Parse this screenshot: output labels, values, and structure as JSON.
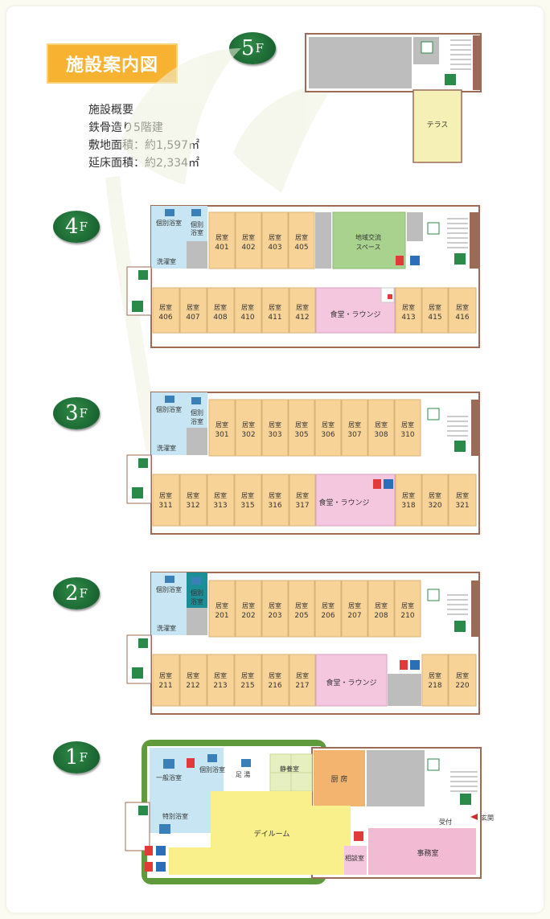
{
  "title": "施設案内図",
  "overview": {
    "heading": "施設概要",
    "lines": [
      "鉄骨造り5階建",
      "敷地面積：約1,597㎡",
      "延床面積：約2,334㎡"
    ]
  },
  "floor_badges": [
    {
      "num": "5",
      "suffix": "F"
    },
    {
      "num": "4",
      "suffix": "F"
    },
    {
      "num": "3",
      "suffix": "F"
    },
    {
      "num": "2",
      "suffix": "F"
    },
    {
      "num": "1",
      "suffix": "F"
    }
  ],
  "colors": {
    "room": "#f8d397",
    "lounge": "#f5c7df",
    "community": "#a9d28f",
    "bath": "#c7e5f3",
    "utility": "#bdbdbd",
    "wall": "#9b6b58",
    "terrace": "#f5f0b6",
    "dayroom": "#f9f08b",
    "kitchen": "#f2b46f",
    "office": "#f3bad3",
    "rest": "#e6efbf",
    "badge": "#1e6e3a",
    "title_bg": "#f7b232"
  },
  "floors": {
    "f5": {
      "terrace": "テラス"
    },
    "f4": {
      "private_bath": "個別浴室",
      "private_bath_small": [
        "個別",
        "浴室"
      ],
      "laundry": "洗濯室",
      "community": [
        "地域交流",
        "スペース"
      ],
      "lounge": "食堂・ラウンジ",
      "top_rooms": [
        {
          "l1": "居室",
          "l2": "401"
        },
        {
          "l1": "居室",
          "l2": "402"
        },
        {
          "l1": "居室",
          "l2": "403"
        },
        {
          "l1": "居室",
          "l2": "405"
        }
      ],
      "bottom_rooms_left": [
        {
          "l1": "居室",
          "l2": "406"
        },
        {
          "l1": "居室",
          "l2": "407"
        },
        {
          "l1": "居室",
          "l2": "408"
        },
        {
          "l1": "居室",
          "l2": "410"
        },
        {
          "l1": "居室",
          "l2": "411"
        },
        {
          "l1": "居室",
          "l2": "412"
        }
      ],
      "bottom_rooms_right": [
        {
          "l1": "居室",
          "l2": "413"
        },
        {
          "l1": "居室",
          "l2": "415"
        },
        {
          "l1": "居室",
          "l2": "416"
        }
      ]
    },
    "f3": {
      "private_bath": "個別浴室",
      "private_bath_small": [
        "個別",
        "浴室"
      ],
      "laundry": "洗濯室",
      "lounge": "食堂・ラウンジ",
      "top_rooms": [
        {
          "l1": "居室",
          "l2": "301"
        },
        {
          "l1": "居室",
          "l2": "302"
        },
        {
          "l1": "居室",
          "l2": "303"
        },
        {
          "l1": "居室",
          "l2": "305"
        },
        {
          "l1": "居室",
          "l2": "306"
        },
        {
          "l1": "居室",
          "l2": "307"
        },
        {
          "l1": "居室",
          "l2": "308"
        },
        {
          "l1": "居室",
          "l2": "310"
        }
      ],
      "bottom_rooms_left": [
        {
          "l1": "居室",
          "l2": "311"
        },
        {
          "l1": "居室",
          "l2": "312"
        },
        {
          "l1": "居室",
          "l2": "313"
        },
        {
          "l1": "居室",
          "l2": "315"
        },
        {
          "l1": "居室",
          "l2": "316"
        },
        {
          "l1": "居室",
          "l2": "317"
        }
      ],
      "bottom_rooms_right": [
        {
          "l1": "居室",
          "l2": "318"
        },
        {
          "l1": "居室",
          "l2": "320"
        },
        {
          "l1": "居室",
          "l2": "321"
        }
      ]
    },
    "f2": {
      "private_bath": "個別浴室",
      "private_bath_small": [
        "個別",
        "浴室"
      ],
      "laundry": "洗濯室",
      "lounge": "食堂・ラウンジ",
      "top_rooms": [
        {
          "l1": "居室",
          "l2": "201"
        },
        {
          "l1": "居室",
          "l2": "202"
        },
        {
          "l1": "居室",
          "l2": "203"
        },
        {
          "l1": "居室",
          "l2": "205"
        },
        {
          "l1": "居室",
          "l2": "206"
        },
        {
          "l1": "居室",
          "l2": "207"
        },
        {
          "l1": "居室",
          "l2": "208"
        },
        {
          "l1": "居室",
          "l2": "210"
        }
      ],
      "bottom_rooms_left": [
        {
          "l1": "居室",
          "l2": "211"
        },
        {
          "l1": "居室",
          "l2": "212"
        },
        {
          "l1": "居室",
          "l2": "213"
        },
        {
          "l1": "居室",
          "l2": "215"
        },
        {
          "l1": "居室",
          "l2": "216"
        },
        {
          "l1": "居室",
          "l2": "217"
        }
      ],
      "bottom_rooms_right": [
        {
          "l1": "居室",
          "l2": "218"
        },
        {
          "l1": "居室",
          "l2": "220"
        }
      ]
    },
    "f1": {
      "general_bath": "一般浴室",
      "private_bath": "個別浴室",
      "special_bath": "特別浴室",
      "footbath": "足 湯",
      "rest_room": "静養室",
      "kitchen": "厨 房",
      "reception": "受付",
      "entrance": "玄関",
      "dayroom": "デイルーム",
      "consult": "相談室",
      "office": "事務室"
    }
  }
}
